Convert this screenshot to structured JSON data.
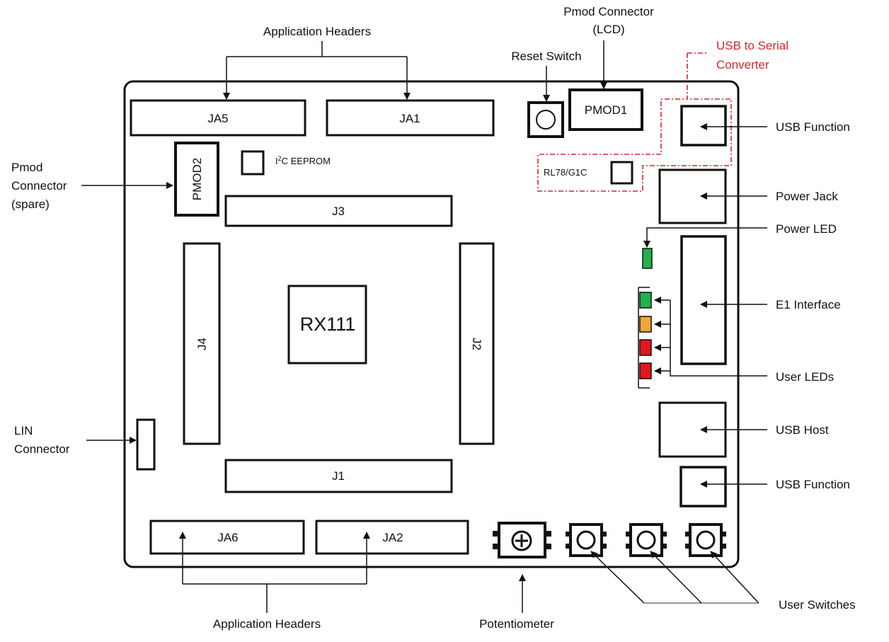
{
  "colors": {
    "outline": "#111111",
    "usb_serial_red": "#d6262c",
    "led_green": "#22b24c",
    "led_amber": "#f0a63a",
    "led_red": "#e0171f",
    "connector_line": "#777777"
  },
  "board": {
    "components": {
      "ja5": "JA5",
      "ja1": "JA1",
      "pmod1": "PMOD1",
      "pmod2": "PMOD2",
      "eeprom_i": "I",
      "eeprom_sup": "2",
      "eeprom_rest": "C EEPROM",
      "rl78": "RL78/G1C",
      "j3": "J3",
      "j4": "J4",
      "j2": "J2",
      "j1": "J1",
      "rx111": "RX111",
      "ja6": "JA6",
      "ja2": "JA2"
    },
    "callouts": {
      "application_headers_top": "Application Headers",
      "pmod_connector_lcd_line1": "Pmod Connector",
      "pmod_connector_lcd_line2": "(LCD)",
      "reset_switch": "Reset Switch",
      "usb_to_serial_line1": "USB to Serial",
      "usb_to_serial_line2": "Converter",
      "usb_function_top": "USB Function",
      "power_jack": "Power Jack",
      "power_led": "Power LED",
      "e1_interface": "E1 Interface",
      "user_leds": "User LEDs",
      "usb_host": "USB Host",
      "usb_function_bottom": "USB Function",
      "user_switches": "User Switches",
      "potentiometer": "Potentiometer",
      "application_headers_bottom": "Application Headers",
      "lin_connector_line1": "LIN",
      "lin_connector_line2": "Connector",
      "pmod_spare_line1": "Pmod",
      "pmod_spare_line2": "Connector",
      "pmod_spare_line3": "(spare)"
    }
  }
}
